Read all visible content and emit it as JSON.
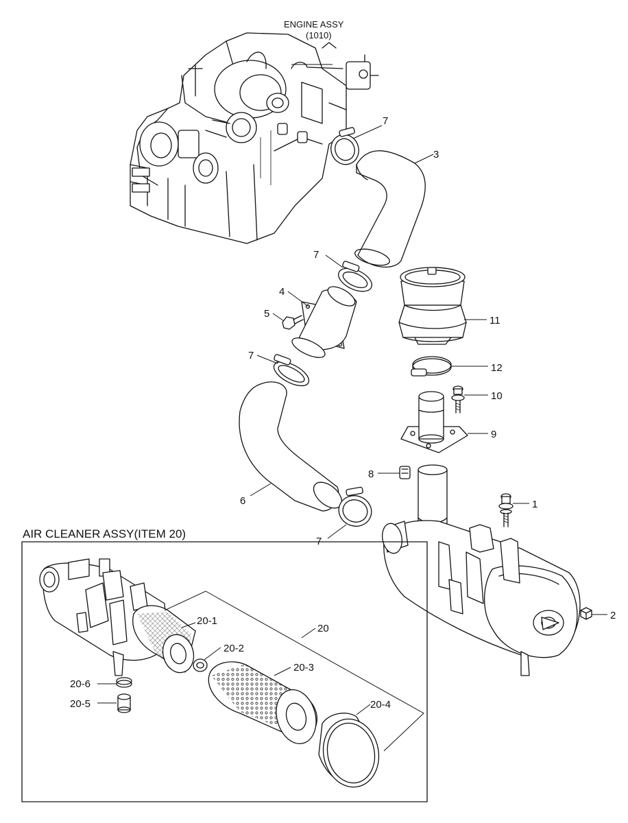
{
  "engine_ref": {
    "line1": "ENGINE ASSY",
    "line2": "(1010)"
  },
  "assembly_title": "AIR CLEANER ASSY(ITEM 20)",
  "callouts": {
    "c1": "1",
    "c2": "2",
    "c3": "3",
    "c4": "4",
    "c5": "5",
    "c6": "6",
    "c7a": "7",
    "c7b": "7",
    "c7c": "7",
    "c7d": "7",
    "c8": "8",
    "c9": "9",
    "c10": "10",
    "c11": "11",
    "c12": "12",
    "c20": "20",
    "c20_1": "20-1",
    "c20_2": "20-2",
    "c20_3": "20-3",
    "c20_4": "20-4",
    "c20_5": "20-5",
    "c20_6": "20-6"
  }
}
